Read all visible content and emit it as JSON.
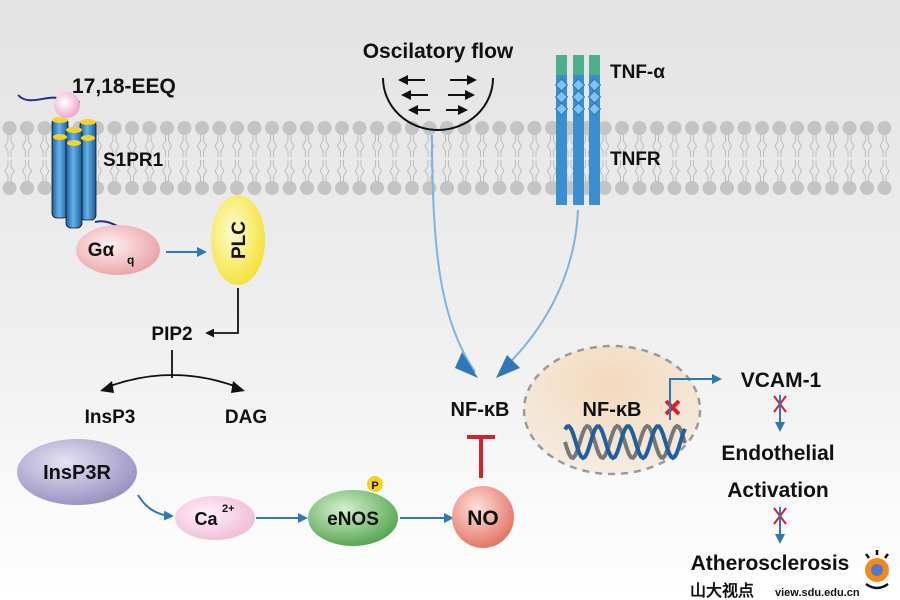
{
  "labels": {
    "eeq": "17,18-EEQ",
    "s1pr1": "S1PR1",
    "galpha": "Gα",
    "galpha_sub": "q",
    "plc": "PLC",
    "pip2": "PIP2",
    "insp3": "InsP3",
    "dag": "DAG",
    "insp3r": "InsP3R",
    "ca": "Ca",
    "ca_sup": "2+",
    "enos": "eNOS",
    "phospho": "P",
    "no": "NO",
    "nfkb_cyto": "NF-κB",
    "nfkb_nuc": "NF-κB",
    "vcam": "VCAM-1",
    "endothelial": "Endothelial",
    "activation": "Activation",
    "athero": "Atherosclerosis",
    "flow": "Oscilatory flow",
    "tnf": "TNF-α",
    "tnfr": "TNFR"
  },
  "watermark": {
    "text": "山大视点",
    "url": "view.sdu.edu.cn"
  },
  "colors": {
    "arrow": "#2f78b8",
    "inhibit": "#d6202f",
    "receptor": "#3b8fd0",
    "plc": "#f7e64a",
    "galpha": "#f0b5b8",
    "insp3r": "#a9a3cc",
    "ca": "#f4c9e0",
    "enos": "#6fb86a",
    "no": "#ef8f83",
    "nucleus": "#f2dcc2",
    "tnf_green": "#4fae8c"
  }
}
